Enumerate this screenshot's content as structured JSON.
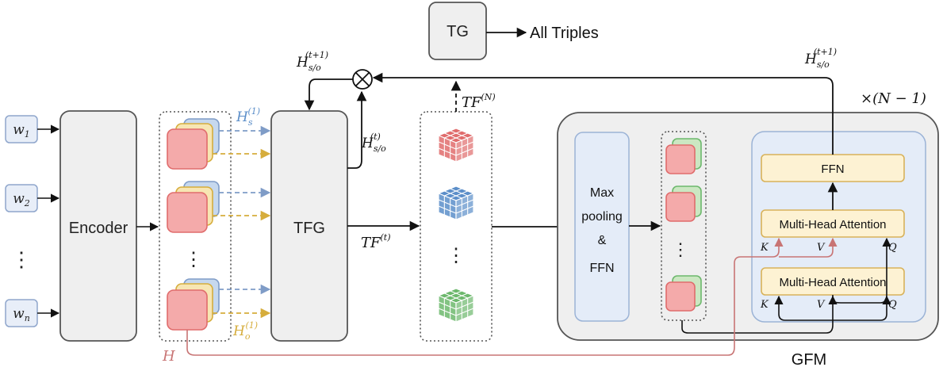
{
  "inputs": {
    "w1": {
      "base": "w",
      "sub": "1"
    },
    "w2": {
      "base": "w",
      "sub": "2"
    },
    "wn": {
      "base": "w",
      "sub": "n"
    }
  },
  "modules": {
    "encoder": "Encoder",
    "tfg": "TFG",
    "tg": "TG",
    "gfm": "GFM",
    "maxpool": [
      "Max",
      "pooling",
      "&",
      "FFN"
    ],
    "ffn": "FFN",
    "mha": "Multi-Head Attention"
  },
  "outputs": {
    "all_triples": "All Triples"
  },
  "labels": {
    "hs1": {
      "base": "H",
      "sub": "s",
      "sup": "(1)"
    },
    "ho1": {
      "base": "H",
      "sub": "o",
      "sup": "(1)"
    },
    "h": "H",
    "hso_t": {
      "base": "H",
      "sub": "s/o",
      "sup": "(t)"
    },
    "hso_t1_left": {
      "base": "H",
      "sub": "s/o",
      "sup": "(t+1)"
    },
    "hso_t1_right": {
      "base": "H",
      "sub": "s/o",
      "sup": "(t+1)"
    },
    "tf_t": {
      "base": "TF",
      "sup": "(t)"
    },
    "tf_n": {
      "base": "TF",
      "sup": "(N)"
    },
    "repeat": "×(N − 1)",
    "k": "K",
    "v": "V",
    "q": "Q",
    "dots": "⋮"
  },
  "colors": {
    "box_fill": "#efefef",
    "box_stroke": "#555555",
    "input_fill": "#e8eef8",
    "input_stroke": "#8fa6cc",
    "red": "#e06c6c",
    "red_fill": "#f4aaaa",
    "blue": "#5b8ec9",
    "blue_fill": "#c6d8ee",
    "yellow": "#d6ad3c",
    "yellow_fill": "#f7e6b3",
    "green": "#6cb86c",
    "green_fill": "#cbe7c2",
    "attn_fill": "#fdf2d3",
    "attn_stroke": "#d8b25a",
    "gfm_inner": "#e4ecf8",
    "path_red": "#c87474"
  }
}
